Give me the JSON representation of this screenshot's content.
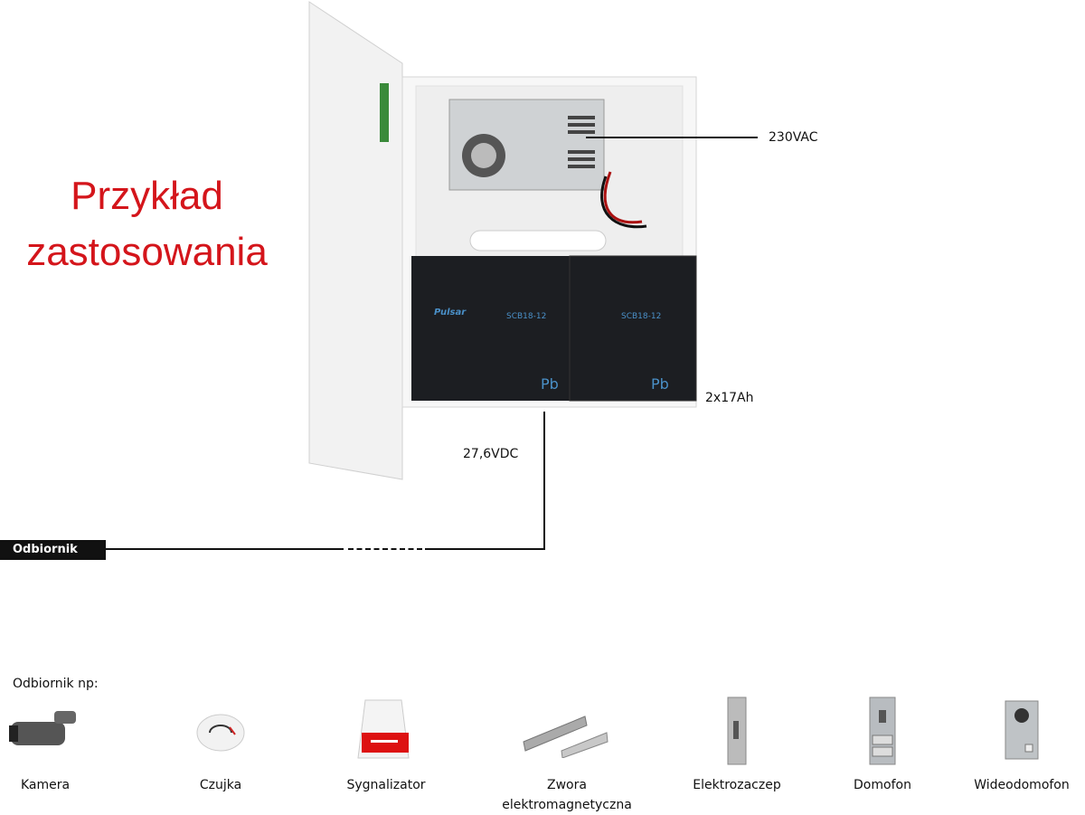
{
  "title": {
    "line1": "Przykład",
    "line2": "zastosowania"
  },
  "enclosure": {
    "battery_model": "SCB18-12",
    "battery_brand": "Pulsar",
    "battery_marking": "Pb"
  },
  "labels": {
    "input": "230VAC",
    "batteries": "2x17Ah",
    "output": "27,6VDC",
    "receiver": "Odbiornik"
  },
  "receivers": {
    "heading": "Odbiornik np:",
    "items": [
      {
        "name": "Kamera",
        "icon": "camera-icon"
      },
      {
        "name": "Czujka",
        "icon": "smoke-detector-icon"
      },
      {
        "name": "Sygnalizator",
        "icon": "siren-icon"
      },
      {
        "name": "Zwora elektromagnetyczna",
        "line1": "Zwora",
        "line2": "elektromagnetyczna",
        "icon": "magnetic-lock-icon"
      },
      {
        "name": "Elektrozaczep",
        "icon": "electric-strike-icon"
      },
      {
        "name": "Domofon",
        "icon": "intercom-icon"
      },
      {
        "name": "Wideodomofon",
        "icon": "video-intercom-icon"
      }
    ]
  },
  "colors": {
    "title": "#d4151b",
    "battery": "#1c1e22",
    "battery_text": "#4a90c8"
  }
}
